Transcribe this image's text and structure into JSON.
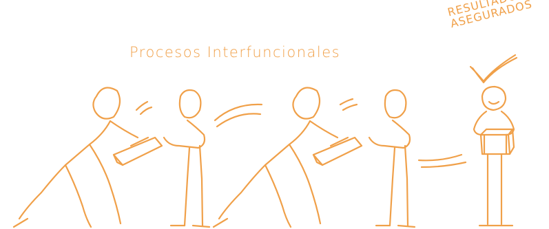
{
  "title": "Procesos Interfuncionales",
  "stamp": {
    "line1": "RESULTADOS",
    "line2": "ASEGURADOS"
  },
  "colors": {
    "ink": "#f0a049",
    "background": "#ffffff"
  },
  "icons": [
    "checkmark-icon"
  ]
}
